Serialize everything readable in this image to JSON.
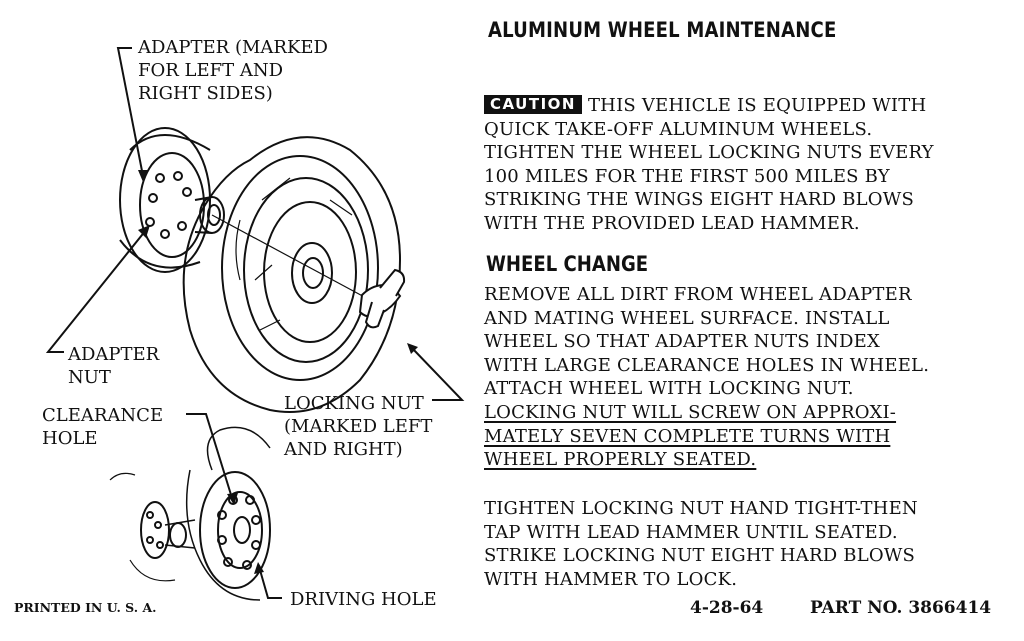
{
  "title": "ALUMINUM WHEEL MAINTENANCE",
  "caution": {
    "badge": "CAUTION",
    "lines": [
      "THIS VEHICLE IS EQUIPPED WITH",
      "QUICK TAKE-OFF ALUMINUM WHEELS.",
      "TIGHTEN THE WHEEL LOCKING NUTS EVERY",
      "100 MILES FOR THE FIRST 500 MILES BY",
      "STRIKING THE WINGS EIGHT HARD BLOWS",
      "WITH THE PROVIDED LEAD HAMMER."
    ]
  },
  "wheel_change": {
    "heading": "WHEEL CHANGE",
    "lines": [
      "REMOVE ALL DIRT FROM WHEEL ADAPTER",
      "AND MATING WHEEL SURFACE.  INSTALL",
      "WHEEL SO THAT ADAPTER NUTS INDEX",
      "WITH LARGE CLEARANCE HOLES IN WHEEL.",
      "ATTACH WHEEL WITH LOCKING NUT."
    ],
    "underlined_lines": [
      "LOCKING NUT WILL SCREW ON APPROXI-",
      "MATELY SEVEN COMPLETE TURNS WITH",
      "WHEEL PROPERLY SEATED."
    ]
  },
  "tighten": {
    "lines": [
      "TIGHTEN LOCKING NUT HAND TIGHT-THEN",
      "TAP WITH LEAD HAMMER UNTIL SEATED.",
      "STRIKE LOCKING NUT EIGHT HARD BLOWS",
      "WITH HAMMER TO LOCK."
    ]
  },
  "callouts": {
    "adapter": [
      "ADAPTER (MARKED",
      "FOR LEFT AND",
      "RIGHT SIDES)"
    ],
    "adapter_nut": [
      "ADAPTER",
      "NUT"
    ],
    "locking_nut": [
      "LOCKING NUT",
      "(MARKED LEFT",
      "AND RIGHT)"
    ],
    "clearance_hole": [
      "CLEARANCE",
      "HOLE"
    ],
    "driving_hole": "DRIVING HOLE"
  },
  "footer": {
    "printed": "PRINTED IN U. S. A.",
    "date": "4-28-64",
    "part_no": "PART NO. 3866414"
  },
  "colors": {
    "ink": "#111111",
    "paper": "#ffffff"
  }
}
